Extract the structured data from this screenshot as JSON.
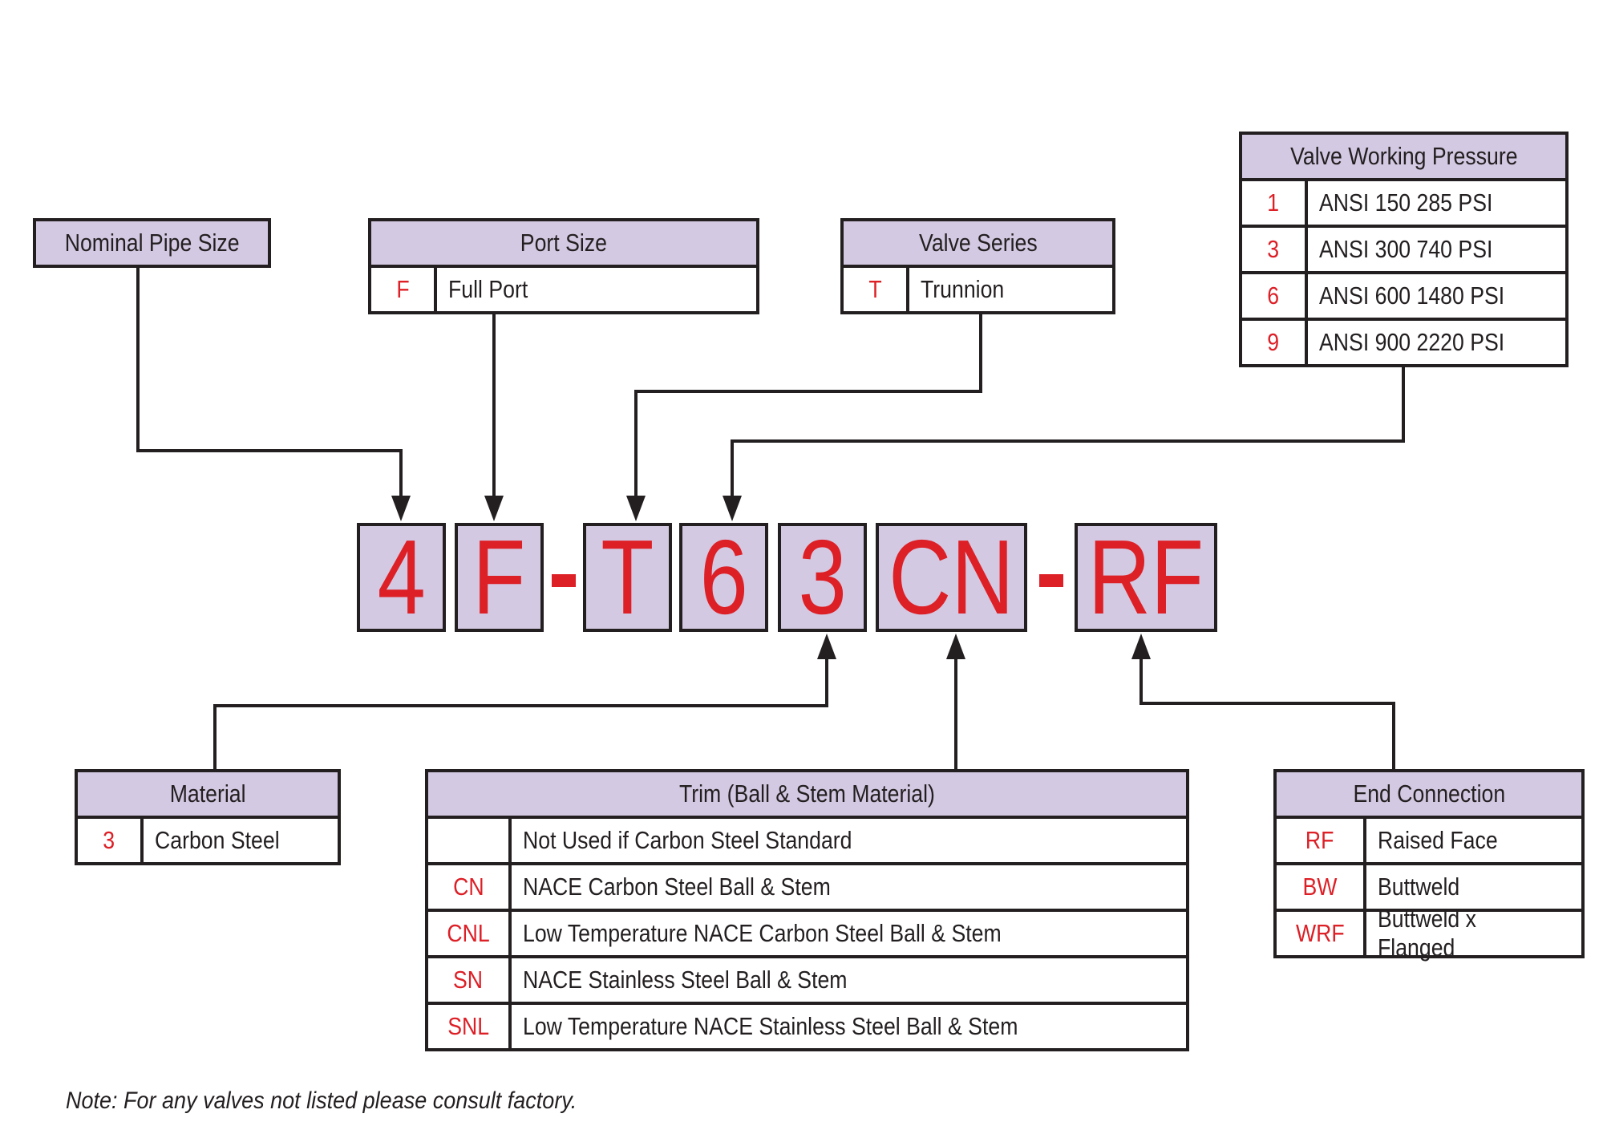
{
  "colors": {
    "code_red": "#dd1f26",
    "header_lavender": "#d3c9e2",
    "line": "#231f20"
  },
  "code_boxes": [
    "4",
    "F",
    "-",
    "T",
    "6",
    "3",
    "CN",
    "-",
    "RF"
  ],
  "nominal_pipe_size": {
    "title": "Nominal Pipe Size"
  },
  "port_size": {
    "title": "Port Size",
    "rows": [
      {
        "code": "F",
        "desc": "Full Port"
      }
    ]
  },
  "valve_series": {
    "title": "Valve Series",
    "rows": [
      {
        "code": "T",
        "desc": "Trunnion"
      }
    ]
  },
  "valve_working_pressure": {
    "title": "Valve Working Pressure",
    "rows": [
      {
        "code": "1",
        "desc": "ANSI 150 285 PSI"
      },
      {
        "code": "3",
        "desc": "ANSI 300 740 PSI"
      },
      {
        "code": "6",
        "desc": "ANSI 600 1480 PSI"
      },
      {
        "code": "9",
        "desc": "ANSI 900 2220 PSI"
      }
    ]
  },
  "material": {
    "title": "Material",
    "rows": [
      {
        "code": "3",
        "desc": "Carbon Steel"
      }
    ]
  },
  "trim": {
    "title": "Trim (Ball & Stem Material)",
    "rows": [
      {
        "code": "",
        "desc": "Not Used if Carbon Steel Standard"
      },
      {
        "code": "CN",
        "desc": "NACE Carbon Steel Ball & Stem"
      },
      {
        "code": "CNL",
        "desc": "Low Temperature NACE Carbon Steel Ball & Stem"
      },
      {
        "code": "SN",
        "desc": "NACE Stainless Steel Ball & Stem"
      },
      {
        "code": "SNL",
        "desc": "Low Temperature NACE Stainless Steel Ball & Stem"
      }
    ]
  },
  "end_connection": {
    "title": "End Connection",
    "rows": [
      {
        "code": "RF",
        "desc": "Raised Face"
      },
      {
        "code": "BW",
        "desc": "Buttweld"
      },
      {
        "code": "WRF",
        "desc": "Buttweld x Flanged"
      }
    ]
  },
  "note": "Note:  For any valves not listed please consult factory."
}
